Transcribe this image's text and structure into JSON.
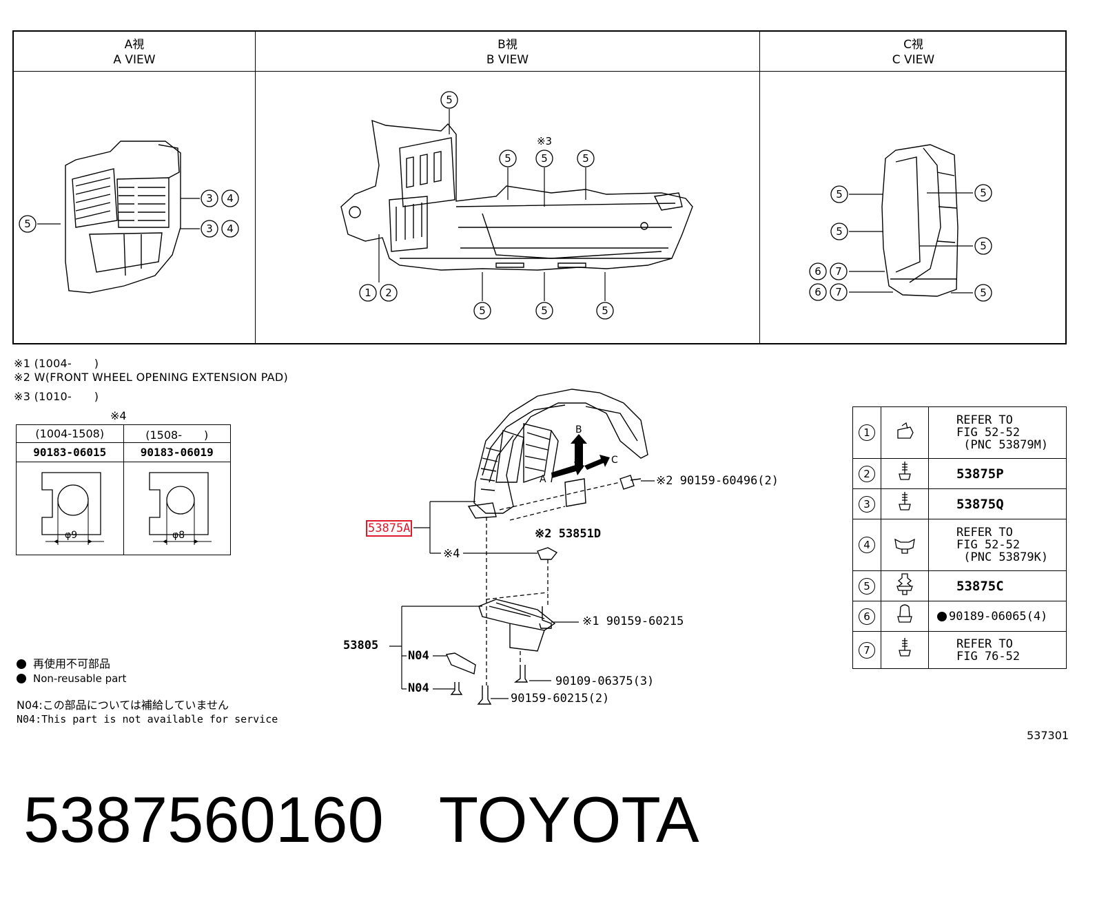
{
  "views": [
    {
      "jp": "A視",
      "en": "A VIEW"
    },
    {
      "jp": "B視",
      "en": "B VIEW"
    },
    {
      "jp": "C視",
      "en": "C VIEW"
    }
  ],
  "view_callouts": {
    "a": [
      "5",
      "3",
      "4",
      "3",
      "4"
    ],
    "b": [
      "5",
      "※3",
      "5",
      "5",
      "5",
      "1",
      "2",
      "5",
      "5",
      "5"
    ],
    "c": [
      "5",
      "5",
      "6",
      "7",
      "6",
      "7",
      "5",
      "5",
      "5"
    ]
  },
  "notes": [
    "※1 (1004-　　)",
    "※2 W(FRONT WHEEL OPENING EXTENSION PAD)",
    "※3 (1010-　　)"
  ],
  "hole_table": {
    "title": "※4",
    "columns": [
      {
        "period": "(1004-1508)",
        "part": "90183-06015",
        "dia": "φ9"
      },
      {
        "period": "(1508-　　)",
        "part": "90183-06019",
        "dia": "φ8"
      }
    ]
  },
  "main_labels": {
    "highlight": "53875A",
    "star2_pad": "※2 53851D",
    "star2_bolt": "※2 90159-60496(2)",
    "star4": "※4",
    "star1_bolt": "※1 90159-60215",
    "part_53805": "53805",
    "n04_a": "N04",
    "n04_b": "N04",
    "bolt_90109": "90109-06375(3)",
    "bolt_90159": "90159-60215(2)",
    "arrow_a": "A",
    "arrow_b": "B",
    "arrow_c": "C"
  },
  "legend": [
    {
      "num": "1",
      "icon": "clip-nut-icon",
      "text": [
        "REFER TO",
        "FIG 52-52",
        " (PNC 53879M)"
      ],
      "filled": false
    },
    {
      "num": "2",
      "icon": "screw-icon",
      "text": [
        "53875P"
      ],
      "filled": false
    },
    {
      "num": "3",
      "icon": "screw-icon",
      "text": [
        "53875Q"
      ],
      "filled": false
    },
    {
      "num": "4",
      "icon": "wing-nut-icon",
      "text": [
        "REFER TO",
        "FIG 52-52",
        " (PNC 53879K)"
      ],
      "filled": false
    },
    {
      "num": "5",
      "icon": "push-clip-icon",
      "text": [
        "53875C"
      ],
      "filled": false
    },
    {
      "num": "6",
      "icon": "cap-nut-icon",
      "text": [
        "90189-06065(4)"
      ],
      "filled": true
    },
    {
      "num": "7",
      "icon": "screw-icon",
      "text": [
        "REFER TO",
        "FIG 76-52"
      ],
      "filled": false
    }
  ],
  "nonreusable": {
    "jp": "再使用不可部品",
    "en": "Non-reusable part"
  },
  "n04_notes": {
    "jp": "N04:この部品については補給していません",
    "en": "N04:This part is not available for service"
  },
  "figure_id": "537301",
  "footer": {
    "part_number": "5387560160",
    "brand": "TOYOTA"
  },
  "colors": {
    "highlight": "#e0182c",
    "ink": "#000000"
  }
}
